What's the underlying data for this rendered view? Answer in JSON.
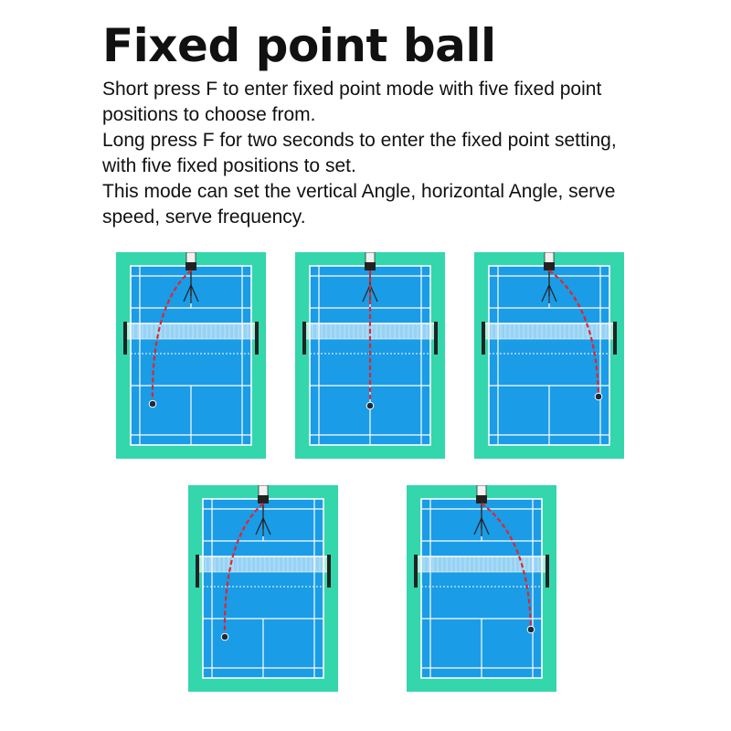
{
  "heading": {
    "title": "Fixed point ball",
    "paragraphs": [
      "Short press F to enter fixed point mode with five fixed point positions to choose from.",
      "Long press F for two seconds to enter the fixed point setting, with five fixed positions to set.",
      "This mode can set the vertical Angle, horizontal Angle, serve speed, serve frequency."
    ]
  },
  "colors": {
    "surround": "#34d6ac",
    "court": "#1a9ce6",
    "lines": "#ffffff",
    "trajectory": "#e6242a",
    "net": "#ffffff"
  },
  "courts": [
    {
      "target": "left"
    },
    {
      "target": "center"
    },
    {
      "target": "right"
    },
    {
      "target": "left"
    },
    {
      "target": "right"
    }
  ]
}
